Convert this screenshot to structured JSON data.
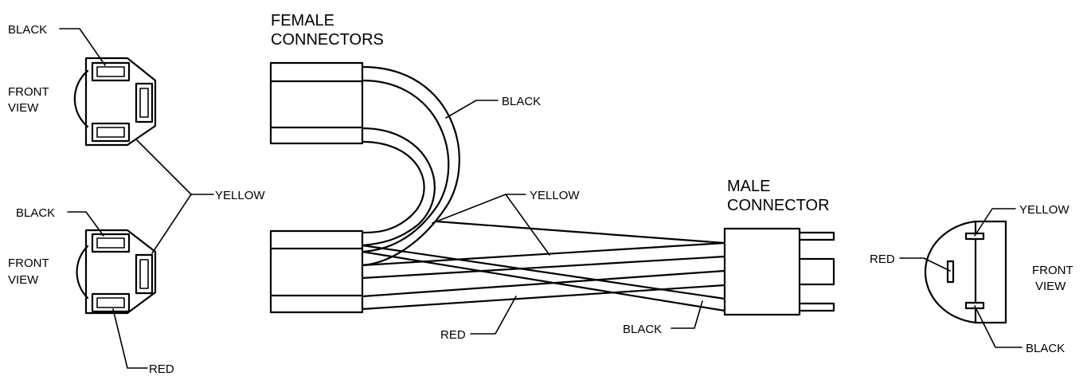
{
  "labels": {
    "female_title_1": "FEMALE",
    "female_title_2": "CONNECTORS",
    "male_title_1": "MALE",
    "male_title_2": "CONNECTOR",
    "left_top_black": "BLACK",
    "left_bottom_black": "BLACK",
    "front_view_1a": "FRONT",
    "front_view_1b": "VIEW",
    "front_view_2a": "FRONT",
    "front_view_2b": "VIEW",
    "left_yellow": "YELLOW",
    "left_red": "RED",
    "harness_black": "BLACK",
    "harness_yellow": "YELLOW",
    "harness_red": "RED",
    "harness_black_bottom": "BLACK",
    "right_yellow": "YELLOW",
    "right_red": "RED",
    "right_black": "BLACK",
    "front_view_3a": "FRONT",
    "front_view_3b": "VIEW"
  },
  "colors": {
    "line": "#000000",
    "background": "#ffffff"
  }
}
